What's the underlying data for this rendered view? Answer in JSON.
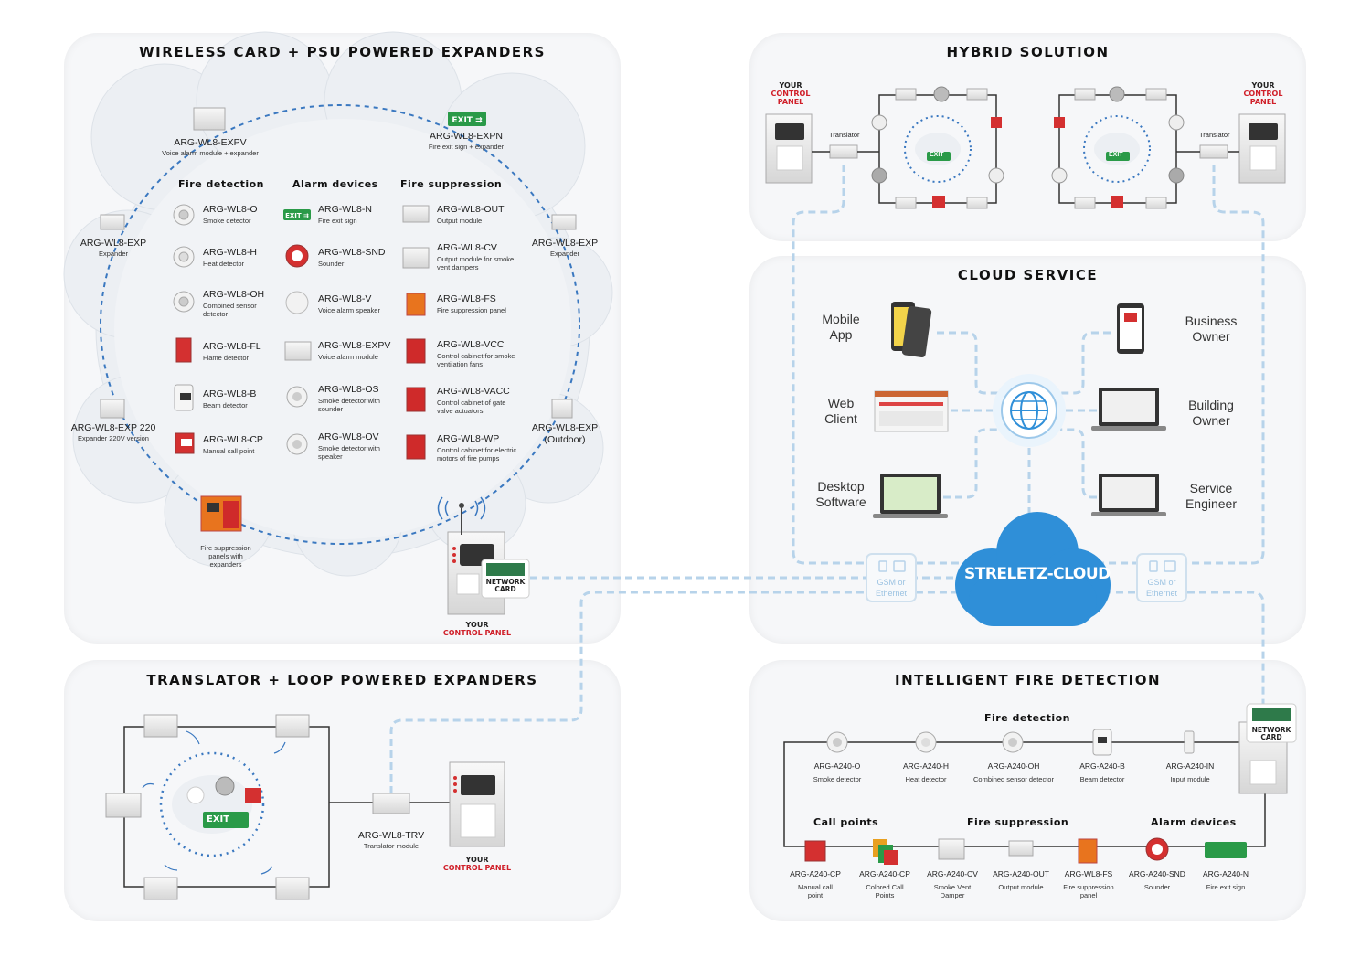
{
  "panels": {
    "wireless": "WIRELESS CARD + PSU POWERED EXPANDERS",
    "hybrid": "HYBRID SOLUTION",
    "cloud": "CLOUD SERVICE",
    "translator": "TRANSLATOR + LOOP POWERED EXPANDERS",
    "intelligent": "INTELLIGENT FIRE DETECTION"
  },
  "wireless": {
    "expv": {
      "name": "ARG-WL8-EXPV",
      "desc": "Voice alarm module + expander"
    },
    "expn": {
      "name": "ARG-WL8-EXPN",
      "desc": "Fire exit sign + expander"
    },
    "exp_left": {
      "name": "ARG-WL8-EXP",
      "desc": "Expander"
    },
    "exp_right": {
      "name": "ARG-WL8-EXP",
      "desc": "Expander"
    },
    "exp220": {
      "name": "ARG-WL8-EXP 220",
      "desc": "Expander 220V version"
    },
    "exp_outdoor": {
      "name": "ARG-WL8-EXP",
      "desc": "(Outdoor)"
    },
    "suppression_panels": "Fire suppression panels with expanders",
    "headers": {
      "fire_detection": "Fire detection",
      "alarm_devices": "Alarm devices",
      "fire_suppression": "Fire suppression"
    },
    "fire_detection": [
      {
        "name": "ARG-WL8-O",
        "desc": "Smoke detector"
      },
      {
        "name": "ARG-WL8-H",
        "desc": "Heat detector"
      },
      {
        "name": "ARG-WL8-OH",
        "desc": "Combined sensor detector"
      },
      {
        "name": "ARG-WL8-FL",
        "desc": "Flame detector"
      },
      {
        "name": "ARG-WL8-B",
        "desc": "Beam detector"
      },
      {
        "name": "ARG-WL8-CP",
        "desc": "Manual call point"
      }
    ],
    "alarm_devices": [
      {
        "name": "ARG-WL8-N",
        "desc": "Fire exit sign"
      },
      {
        "name": "ARG-WL8-SND",
        "desc": "Sounder"
      },
      {
        "name": "ARG-WL8-V",
        "desc": "Voice alarm speaker"
      },
      {
        "name": "ARG-WL8-EXPV",
        "desc": "Voice alarm module"
      },
      {
        "name": "ARG-WL8-OS",
        "desc": "Smoke detector with sounder"
      },
      {
        "name": "ARG-WL8-OV",
        "desc": "Smoke detector with speaker"
      }
    ],
    "fire_suppression": [
      {
        "name": "ARG-WL8-OUT",
        "desc": "Output module"
      },
      {
        "name": "ARG-WL8-CV",
        "desc": "Output module for smoke vent dampers"
      },
      {
        "name": "ARG-WL8-FS",
        "desc": "Fire suppression panel"
      },
      {
        "name": "ARG-WL8-VCC",
        "desc": "Control cabinet for smoke ventilation fans"
      },
      {
        "name": "ARG-WL8-VACC",
        "desc": "Control cabinet of gate valve actuators"
      },
      {
        "name": "ARG-WL8-WP",
        "desc": "Control cabinet for electric motors of fire pumps"
      }
    ],
    "network_card": "NETWORK CARD",
    "your": "YOUR",
    "control_panel": "CONTROL PANEL"
  },
  "hybrid": {
    "your": "YOUR",
    "control_panel": "CONTROL PANEL",
    "translator": "Translator",
    "exit": "EXIT"
  },
  "cloud": {
    "mobile": "Mobile App",
    "web": "Web Client",
    "desktop": "Desktop Software",
    "business": "Business Owner",
    "building": "Building Owner",
    "service": "Service Engineer",
    "streletz": "STRELETZ-CLOUD",
    "gsm": "GSM or Ethernet"
  },
  "translator": {
    "name": "ARG-WL8-TRV",
    "desc": "Translator module",
    "your": "YOUR",
    "control_panel": "CONTROL PANEL",
    "exit": "EXIT"
  },
  "intelligent": {
    "headers": {
      "fire_detection": "Fire detection",
      "call_points": "Call points",
      "fire_suppression": "Fire suppression",
      "alarm_devices": "Alarm devices"
    },
    "row1": [
      {
        "name": "ARG-A240-O",
        "desc": "Smoke detector"
      },
      {
        "name": "ARG-A240-H",
        "desc": "Heat detector"
      },
      {
        "name": "ARG-A240-OH",
        "desc": "Combined sensor detector"
      },
      {
        "name": "ARG-A240-B",
        "desc": "Beam detector"
      },
      {
        "name": "ARG-A240-IN",
        "desc": "Input module"
      }
    ],
    "row2": [
      {
        "name": "ARG-A240-CP",
        "desc": "Manual call point"
      },
      {
        "name": "ARG-A240-CP",
        "desc": "Colored Call Points"
      },
      {
        "name": "ARG-A240-CV",
        "desc": "Smoke Vent Damper"
      },
      {
        "name": "ARG-A240-OUT",
        "desc": "Output module"
      },
      {
        "name": "ARG-WL8-FS",
        "desc": "Fire suppression panel"
      },
      {
        "name": "ARG-A240-SND",
        "desc": "Sounder"
      },
      {
        "name": "ARG-A240-N",
        "desc": "Fire exit sign"
      }
    ],
    "network_card": "NETWORK CARD"
  },
  "colors": {
    "accent_red": "#d0202a",
    "link_blue": "#3a78c0",
    "cloud_blue": "#2f8fd8",
    "dashed_line": "#b7d3ea"
  }
}
